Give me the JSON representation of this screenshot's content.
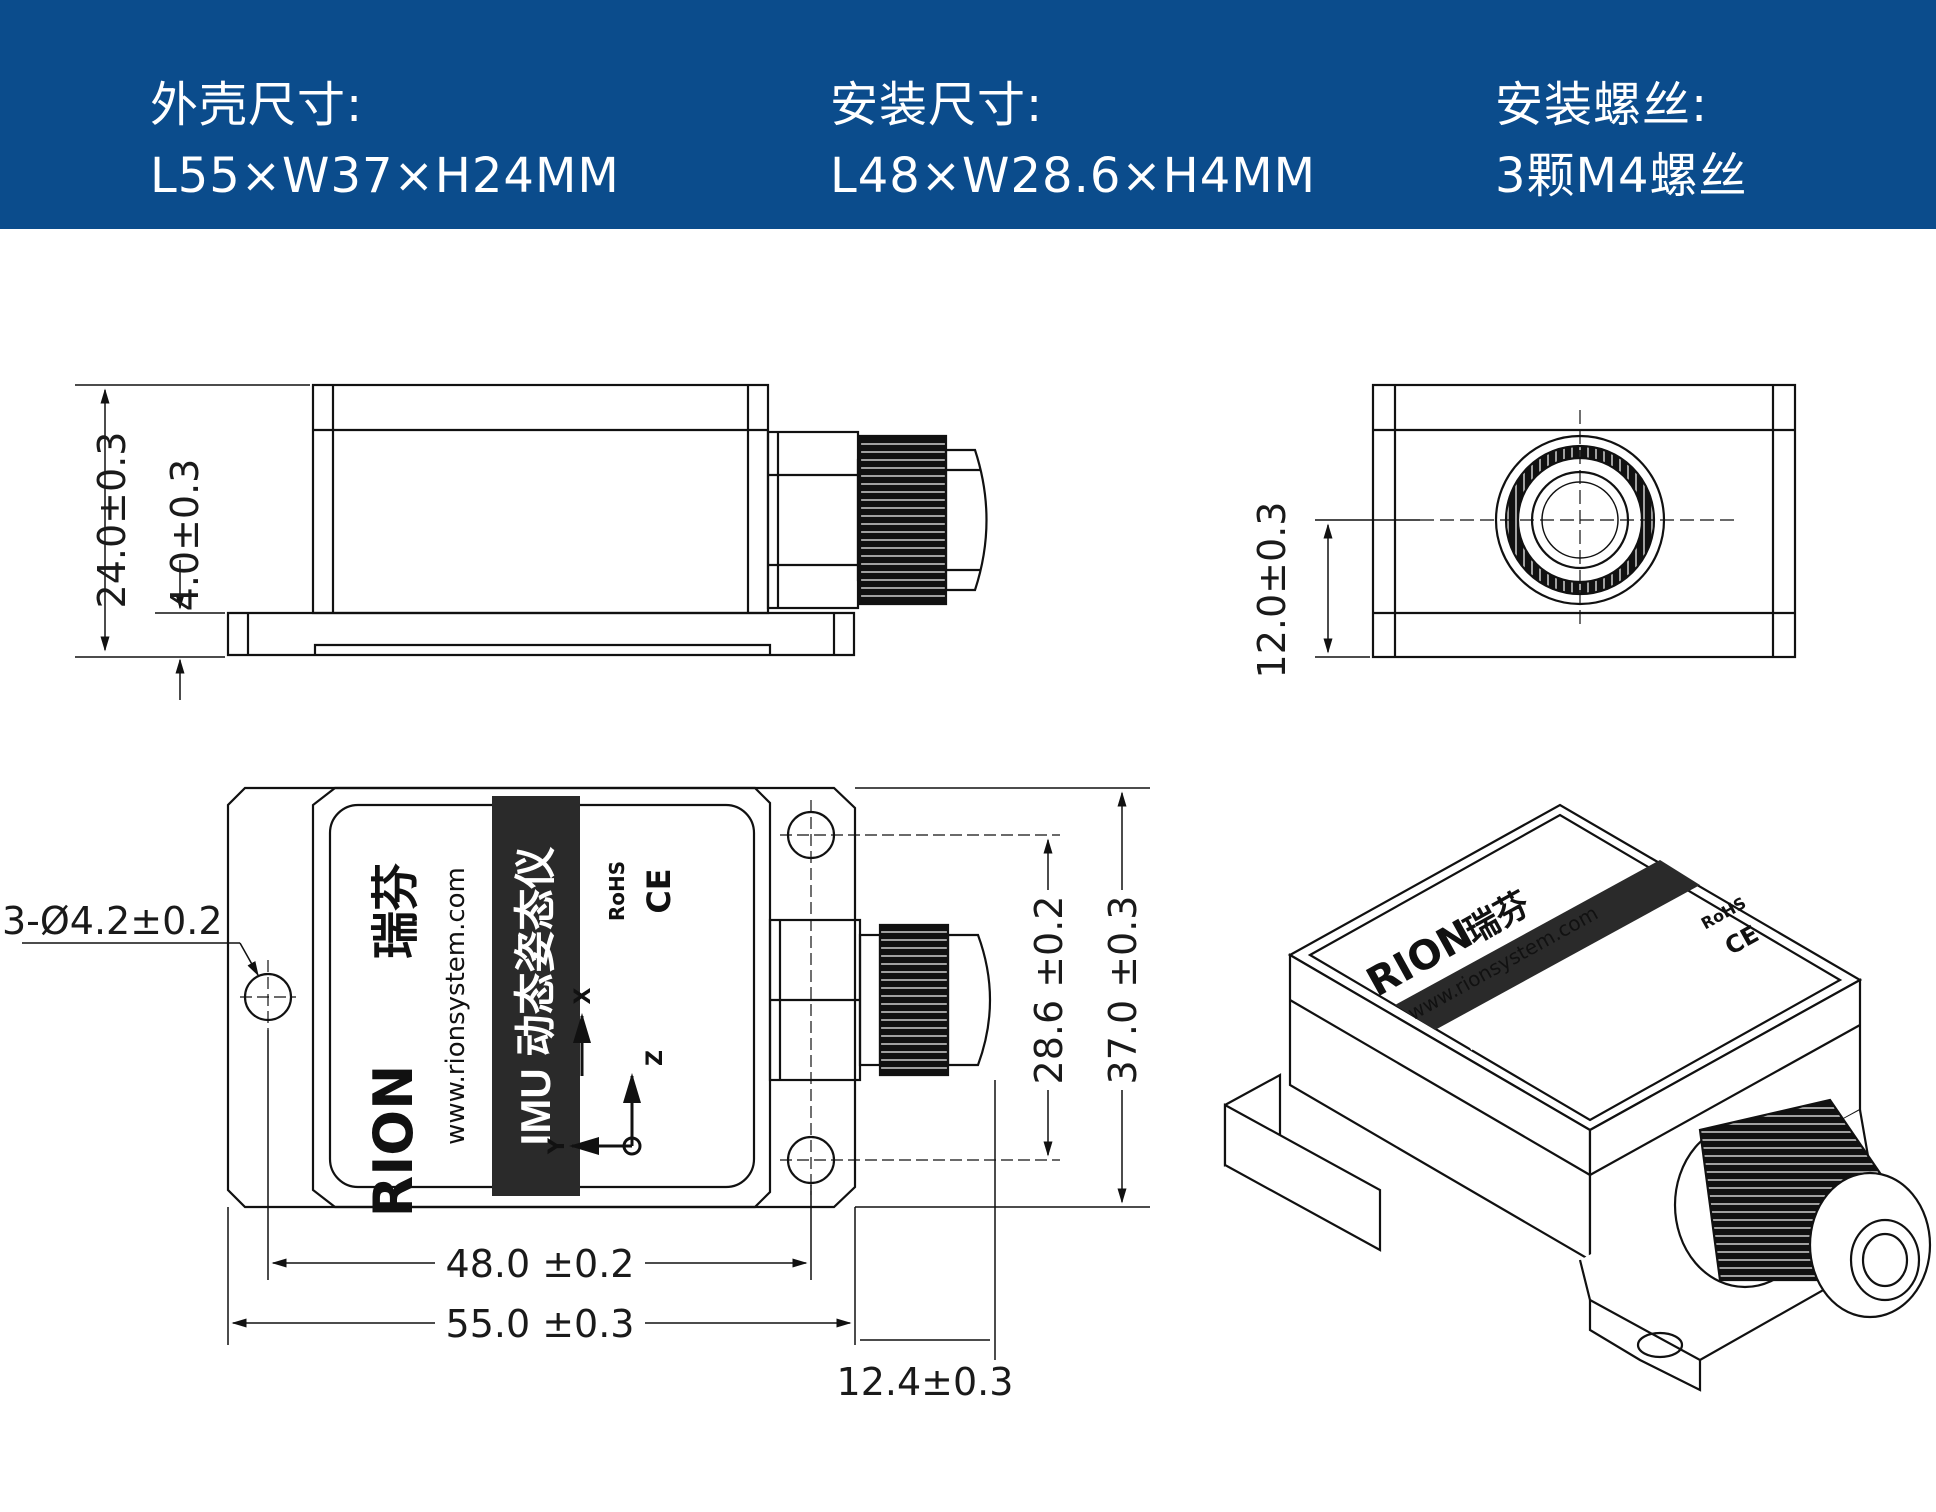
{
  "header": {
    "background": "#0b4c8c",
    "specs": [
      {
        "label": "外壳尺寸:",
        "value": "L55×W37×H24MM"
      },
      {
        "label": "安装尺寸:",
        "value": "L48×W28.6×H4MM"
      },
      {
        "label": "安装螺丝:",
        "value": "3颗M4螺丝"
      }
    ]
  },
  "side_view": {
    "height_dim": "24.0±0.3",
    "flange_dim": "4.0±0.3"
  },
  "front_view": {
    "center_dim": "12.0±0.3"
  },
  "top_view": {
    "hole_dim": "3-Ø4.2±0.2",
    "mount_width_dim": "28.6 ±0.2",
    "total_width_dim": "37.0 ±0.3",
    "mount_length_dim": "48.0 ±0.2",
    "total_length_dim": "55.0 ±0.3",
    "gland_dim": "12.4±0.3"
  },
  "label": {
    "brand": "RION",
    "brand_cn": "瑞芬",
    "website": "www.rionsystem.com",
    "product": "IMU 动态姿态仪",
    "rohs": "RoHS",
    "ce": "CE",
    "axis_x": "X",
    "axis_y": "Y",
    "axis_z": "Z"
  }
}
